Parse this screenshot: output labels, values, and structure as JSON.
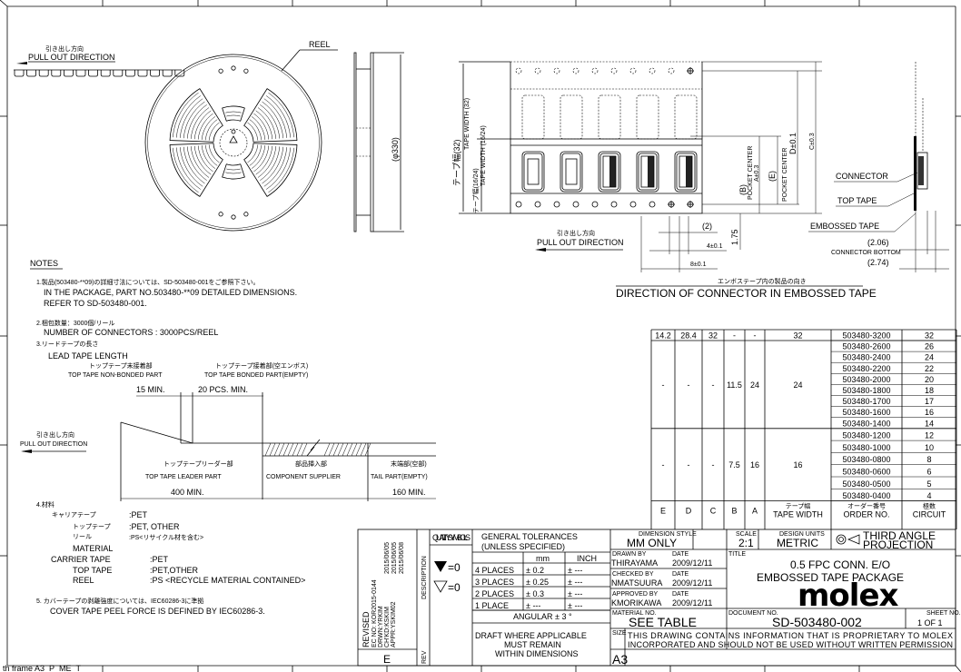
{
  "frame": {
    "label": "th frame A3_P_ME_T"
  },
  "reel_view": {
    "pull_jp": "引き出し方向",
    "pull_en": "PULL OUT DIRECTION",
    "reel_label": "REEL",
    "diameter": "(φ330)"
  },
  "tape_view": {
    "tape_width_jp_32": "テープ幅(32)",
    "tape_width_en_32": "TAPE WIDTH (32)",
    "tape_width_jp_1624": "テープ幅(16/24)",
    "tape_width_en_1624": "TAPE WIDTH (16/24)",
    "pull_jp": "引き出し方向",
    "pull_en": "PULL OUT DIRECTION",
    "dim_2": "(2)",
    "dim_4": "4±0.1",
    "dim_8": "8±0.1",
    "dim_175": "1.75",
    "dim_b": "(B)",
    "pocket_center_a": "POCKET CENTER",
    "dim_a": "A±0.3",
    "dim_e": "(E)",
    "pocket_center_d": "POCKET CENTER",
    "dim_d": "D±0.1",
    "dim_c": "C±0.3",
    "direction_jp": "エンボステープ内の製品の向き",
    "direction_en": "DIRECTION OF CONNECTOR IN EMBOSSED TAPE"
  },
  "side_view": {
    "connector": "CONNECTOR",
    "top_tape": "TOP TAPE",
    "embossed_tape": "EMBOSSED TAPE",
    "dim_206": "(2.06)",
    "connector_bottom": "CONNECTOR BOTTOM",
    "dim_274": "(2.74)"
  },
  "notes": {
    "title": "NOTES",
    "n1_jp": "1.製品(503480-**09)の詳細寸法については、SD-503480-001をご参照下さい。",
    "n1_en1": "IN THE PACKAGE, PART NO.503480-**09 DETAILED DIMENSIONS.",
    "n1_en2": "REFER TO SD-503480-001.",
    "n2_jp": "2.梱包数量：3000個/リール",
    "n2_en": "NUMBER OF CONNECTORS : 3000PCS/REEL",
    "n3_jp": "3.リードテープの長さ",
    "n3_en": "LEAD TAPE LENGTH",
    "nonbonded_jp": "トップテープ未接着部",
    "nonbonded_en": "TOP TAPE NON-BONDED PART",
    "bonded_jp": "トップテープ接着部(空エンボス)",
    "bonded_en": "TOP TAPE BONDED PART(EMPTY)",
    "min15": "15 MIN.",
    "pcs20": "20 PCS. MIN.",
    "pull_jp": "引き出し方向",
    "pull_en": "PULL OUT DIRECTION",
    "leader_jp": "トップテープリーダー部",
    "leader_en": "TOP TAPE LEADER PART",
    "supplier_jp": "部品挿入部",
    "supplier_en": "COMPONENT SUPPLIER",
    "tail_jp": "末端部(空部)",
    "tail_en": "TAIL PART(EMPTY)",
    "min400": "400 MIN.",
    "min160": "160 MIN.",
    "n4_jp": "4.材料",
    "carrier_jp": "キャリアテープ",
    "carrier_jp_val": ":PET",
    "toptape_jp": "トップテープ",
    "toptape_jp_val": ":PET, OTHER",
    "reel_jp": "リール",
    "reel_jp_val": ":PS<リサイクル材を含む>",
    "material": "MATERIAL",
    "carrier_en": "CARRIER TAPE",
    "carrier_en_val": ":PET",
    "toptape_en": "TOP TAPE",
    "toptape_en_val": ":PET,OTHER",
    "reel_en": "REEL",
    "reel_en_val": ":PS <RECYCLE MATERIAL CONTAINED>",
    "n5_jp": "5. カバーテープの剥離強度については、IEC60286-3に準拠",
    "n5_en": "COVER TAPE PEEL FORCE IS DEFINED BY IEC60286-3."
  },
  "parts_table": {
    "headers": [
      {
        "en": "E"
      },
      {
        "en": "D"
      },
      {
        "en": "C"
      },
      {
        "en": "B"
      },
      {
        "en": "A"
      },
      {
        "jp": "テープ幅",
        "en": "TAPE WIDTH"
      },
      {
        "jp": "オーダー番号",
        "en": "ORDER NO."
      },
      {
        "jp": "極数",
        "en": "CIRCUIT"
      }
    ],
    "groups": [
      {
        "E": "14.2",
        "D": "28.4",
        "C": "32",
        "B": "-",
        "A": "-",
        "tape_width": "32",
        "rows": [
          {
            "order": "503480-3200",
            "circuit": "32"
          }
        ]
      },
      {
        "E": "-",
        "D": "-",
        "C": "-",
        "B": "11.5",
        "A": "24",
        "tape_width": "24",
        "rows": [
          {
            "order": "503480-2600",
            "circuit": "26"
          },
          {
            "order": "503480-2400",
            "circuit": "24"
          },
          {
            "order": "503480-2200",
            "circuit": "22"
          },
          {
            "order": "503480-2000",
            "circuit": "20"
          },
          {
            "order": "503480-1800",
            "circuit": "18"
          },
          {
            "order": "503480-1700",
            "circuit": "17"
          },
          {
            "order": "503480-1600",
            "circuit": "16"
          },
          {
            "order": "503480-1400",
            "circuit": "14"
          }
        ]
      },
      {
        "E": "-",
        "D": "-",
        "C": "-",
        "B": "7.5",
        "A": "16",
        "tape_width": "16",
        "rows": [
          {
            "order": "503480-1200",
            "circuit": "12"
          },
          {
            "order": "503480-1000",
            "circuit": "10"
          },
          {
            "order": "503480-0800",
            "circuit": "8"
          },
          {
            "order": "503480-0600",
            "circuit": "6"
          },
          {
            "order": "503480-0500",
            "circuit": "5"
          },
          {
            "order": "503480-0400",
            "circuit": "4"
          }
        ]
      }
    ]
  },
  "title_block": {
    "revised": "REVISED",
    "ec_no": "EC NO: KOR2015-0144",
    "drwn": "DRWN:YRKIM",
    "chkd": "CH'KD:KSKIM",
    "appr": "APPR:YSKIM02",
    "date1": "2015/06/05",
    "date2": "2015/06/05",
    "date3": "2015/06/08",
    "description": "DESCRIPTION",
    "rev_value": "E",
    "rev": "REV",
    "quality_symbols": "QUALITY SYMBOLS",
    "q1": "=0",
    "q2": "=0",
    "gen_tol": "GENERAL TOLERANCES",
    "unless": "(UNLESS SPECIFIED)",
    "mm": "mm",
    "inch": "INCH",
    "tolerances": [
      {
        "place": "4 PLACES",
        "mm": "± 0.2",
        "inch": "± ---"
      },
      {
        "place": "3 PLACES",
        "mm": "± 0.25",
        "inch": "± ---"
      },
      {
        "place": "2 PLACES",
        "mm": "± 0.3",
        "inch": "± ---"
      },
      {
        "place": "1 PLACE",
        "mm": "± ---",
        "inch": "± ---"
      }
    ],
    "angular": "ANGULAR ± 3 °",
    "draft1": "DRAFT WHERE APPLICABLE",
    "draft2": "MUST REMAIN",
    "draft3": "WITHIN DIMENSIONS",
    "dim_style_label": "DIMENSION STYLE",
    "dim_style": "MM ONLY",
    "scale_label": "SCALE",
    "scale": "2:1",
    "design_units_label": "DESIGN UNITS",
    "design_units": "METRIC",
    "projection1": "THIRD ANGLE",
    "projection2": "PROJECTION",
    "drawn_by_label": "DRAWN BY",
    "drawn_by": "THIRAYAMA",
    "checked_by_label": "CHECKED BY",
    "checked_by": "NMATSUURA",
    "approved_by_label": "APPROVED BY",
    "approved_by": "KMORIKAWA",
    "date_label": "DATE",
    "drawn_date": "2009/12/11",
    "checked_date": "2009/12/11",
    "approved_date": "2009/12/11",
    "title_label": "TITLE",
    "title1": "0.5 FPC CONN. E/O",
    "title2": "EMBOSSED TAPE PACKAGE",
    "logo": "molex",
    "material_no_label": "MATERIAL NO.",
    "material_no": "SEE TABLE",
    "document_no_label": "DOCUMENT NO.",
    "document_no": "SD-503480-002",
    "sheet_no_label": "SHEET NO.",
    "sheet_no": "1 OF 1",
    "size_label": "SIZE",
    "size": "A3",
    "proprietary1": "THIS DRAWING CONTAINS INFORMATION THAT IS PROPRIETARY TO MOLEX",
    "proprietary2": "INCORPORATED AND SHOULD NOT BE USED WITHOUT WRITTEN PERMISSION"
  }
}
